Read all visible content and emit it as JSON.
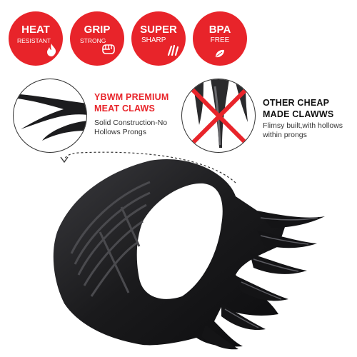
{
  "badges": [
    {
      "main": "HEAT",
      "sub": "RESISTANT",
      "icon": "flame-icon"
    },
    {
      "main": "GRIP",
      "sub": "STRONG",
      "icon": "fist-icon"
    },
    {
      "main": "SUPER",
      "sub": "SHARP",
      "icon": "claw-mark-icon"
    },
    {
      "main": "BPA",
      "sub": "FREE",
      "icon": "leaf-icon"
    }
  ],
  "good": {
    "title_line1": "YBWM PREMIUM",
    "title_line2": "MEAT CLAWS",
    "desc_line1": "Solid Construction-No",
    "desc_line2": "Hollows Prongs"
  },
  "bad": {
    "title_line1": "OTHER CHEAP",
    "title_line2": "MADE CLAWWS",
    "desc_line1": "Flimsy built,with hollows",
    "desc_line2": "within prongs"
  },
  "colors": {
    "accent": "#e8242a",
    "product": "#1c1c1e",
    "text": "#222222"
  }
}
